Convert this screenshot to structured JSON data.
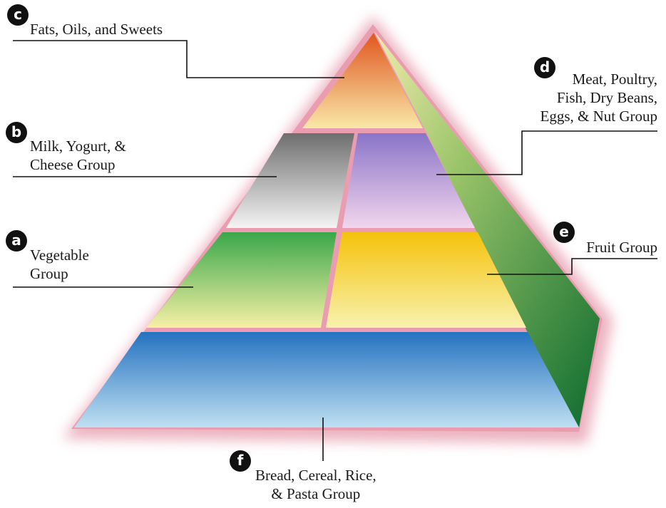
{
  "labels": {
    "a": {
      "letter": "a",
      "lines": [
        "Vegetable",
        "Group"
      ]
    },
    "b": {
      "letter": "b",
      "lines": [
        "Milk, Yogurt, &",
        "Cheese Group"
      ]
    },
    "c": {
      "letter": "c",
      "lines": [
        "Fats, Oils, and Sweets"
      ]
    },
    "d": {
      "letter": "d",
      "lines": [
        "Meat, Poultry,",
        "Fish, Dry Beans,",
        "Eggs, & Nut Group"
      ]
    },
    "e": {
      "letter": "e",
      "lines": [
        "Fruit Group"
      ]
    },
    "f": {
      "letter": "f",
      "lines": [
        "Bread, Cereal, Rice,",
        "& Pasta Group"
      ]
    }
  },
  "colors": {
    "glow": "#e8a6b6",
    "fats": [
      "#e0561f",
      "#f9e8a8"
    ],
    "dairy": [
      "#6e6e6e",
      "#f4f4f4"
    ],
    "meat": [
      "#8a74c8",
      "#f1d6ec"
    ],
    "vegetable": [
      "#3aa74a",
      "#f6f0a6"
    ],
    "fruit": [
      "#f4c20a",
      "#f8f2b0"
    ],
    "bread": [
      "#2472c0",
      "#bfe0f2"
    ],
    "side": [
      "#f2ecae",
      "#0c6b2e"
    ]
  }
}
